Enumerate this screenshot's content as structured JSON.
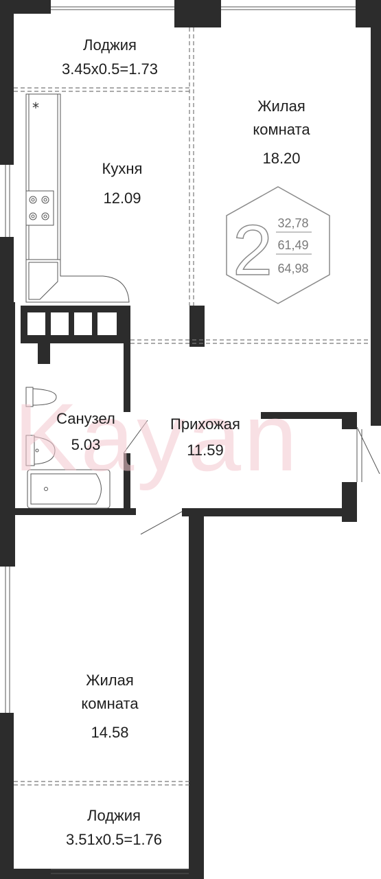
{
  "watermark": "Kayan",
  "rooms": {
    "loggia_top": {
      "name": "Лоджия",
      "area": "3.45x0.5=1.73"
    },
    "living_top": {
      "name_line1": "Жилая",
      "name_line2": "комната",
      "area": "18.20"
    },
    "kitchen": {
      "name": "Кухня",
      "area": "12.09"
    },
    "bathroom": {
      "name": "Санузел",
      "area": "5.03"
    },
    "hallway": {
      "name": "Прихожая",
      "area": "11.59"
    },
    "living_bottom": {
      "name_line1": "Жилая",
      "name_line2": "комната",
      "area": "14.58"
    },
    "loggia_bottom": {
      "name": "Лоджия",
      "area": "3.51x0.5=1.76"
    }
  },
  "badge": {
    "rooms_count": "2",
    "living_area": "32,78",
    "total_area": "61,49",
    "total_with_loggias": "64,98"
  },
  "colors": {
    "wall": "#2c2c2c",
    "line": "#555555",
    "badge": "#8a8a8a",
    "watermark": "#f4c8cf"
  }
}
